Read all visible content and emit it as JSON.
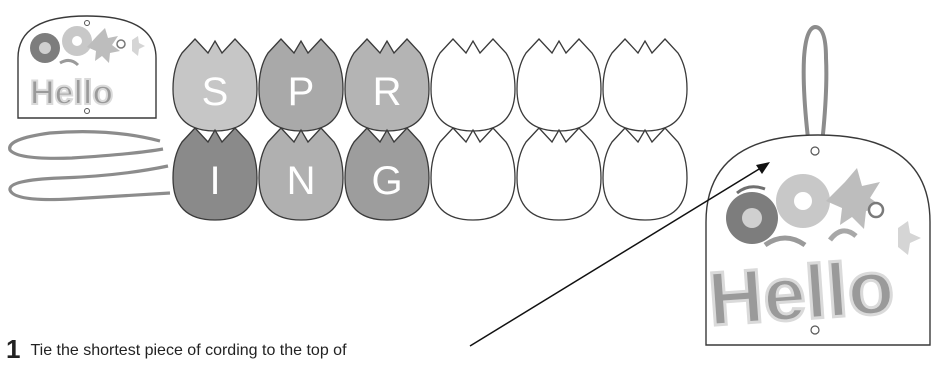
{
  "sign_text": "Hello",
  "tulips": {
    "row1": [
      {
        "letter": "S",
        "fill": "#c6c6c6"
      },
      {
        "letter": "P",
        "fill": "#a9a9a9"
      },
      {
        "letter": "R",
        "fill": "#b4b4b4"
      },
      {
        "letter": "",
        "fill": "#ffffff"
      },
      {
        "letter": "",
        "fill": "#ffffff"
      },
      {
        "letter": "",
        "fill": "#ffffff"
      }
    ],
    "row2": [
      {
        "letter": "I",
        "fill": "#8a8a8a"
      },
      {
        "letter": "N",
        "fill": "#b0b0b0"
      },
      {
        "letter": "G",
        "fill": "#9d9d9d"
      },
      {
        "letter": "",
        "fill": "#ffffff"
      },
      {
        "letter": "",
        "fill": "#ffffff"
      },
      {
        "letter": "",
        "fill": "#ffffff"
      }
    ]
  },
  "instruction": {
    "number": "1",
    "text": "Tie the shortest piece of cording to the top of"
  },
  "colors": {
    "outline": "#3a3a3a",
    "cord": "#8c8c8c",
    "flower_dark": "#7d7d7d",
    "flower_light": "#c8c8c8"
  }
}
